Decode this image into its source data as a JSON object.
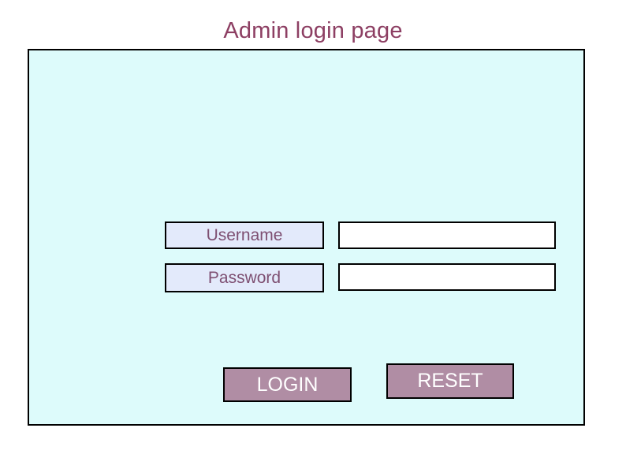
{
  "page": {
    "title": "Admin login page",
    "title_color": "#8d3f63",
    "background_color": "#ffffff"
  },
  "panel": {
    "background_color": "#ddfbfb",
    "border_color": "#000000"
  },
  "form": {
    "fields": [
      {
        "label": "Username",
        "value": "",
        "placeholder": "",
        "label_bg": "#e3eafb",
        "label_color": "#7e4f72",
        "input_bg": "#ffffff"
      },
      {
        "label": "Password",
        "value": "",
        "placeholder": "",
        "label_bg": "#e3eafb",
        "label_color": "#7e4f72",
        "input_bg": "#ffffff"
      }
    ],
    "buttons": [
      {
        "label": "LOGIN",
        "bg": "#b08da4",
        "color": "#ffffff"
      },
      {
        "label": "RESET",
        "bg": "#b08da4",
        "color": "#ffffff"
      }
    ]
  }
}
